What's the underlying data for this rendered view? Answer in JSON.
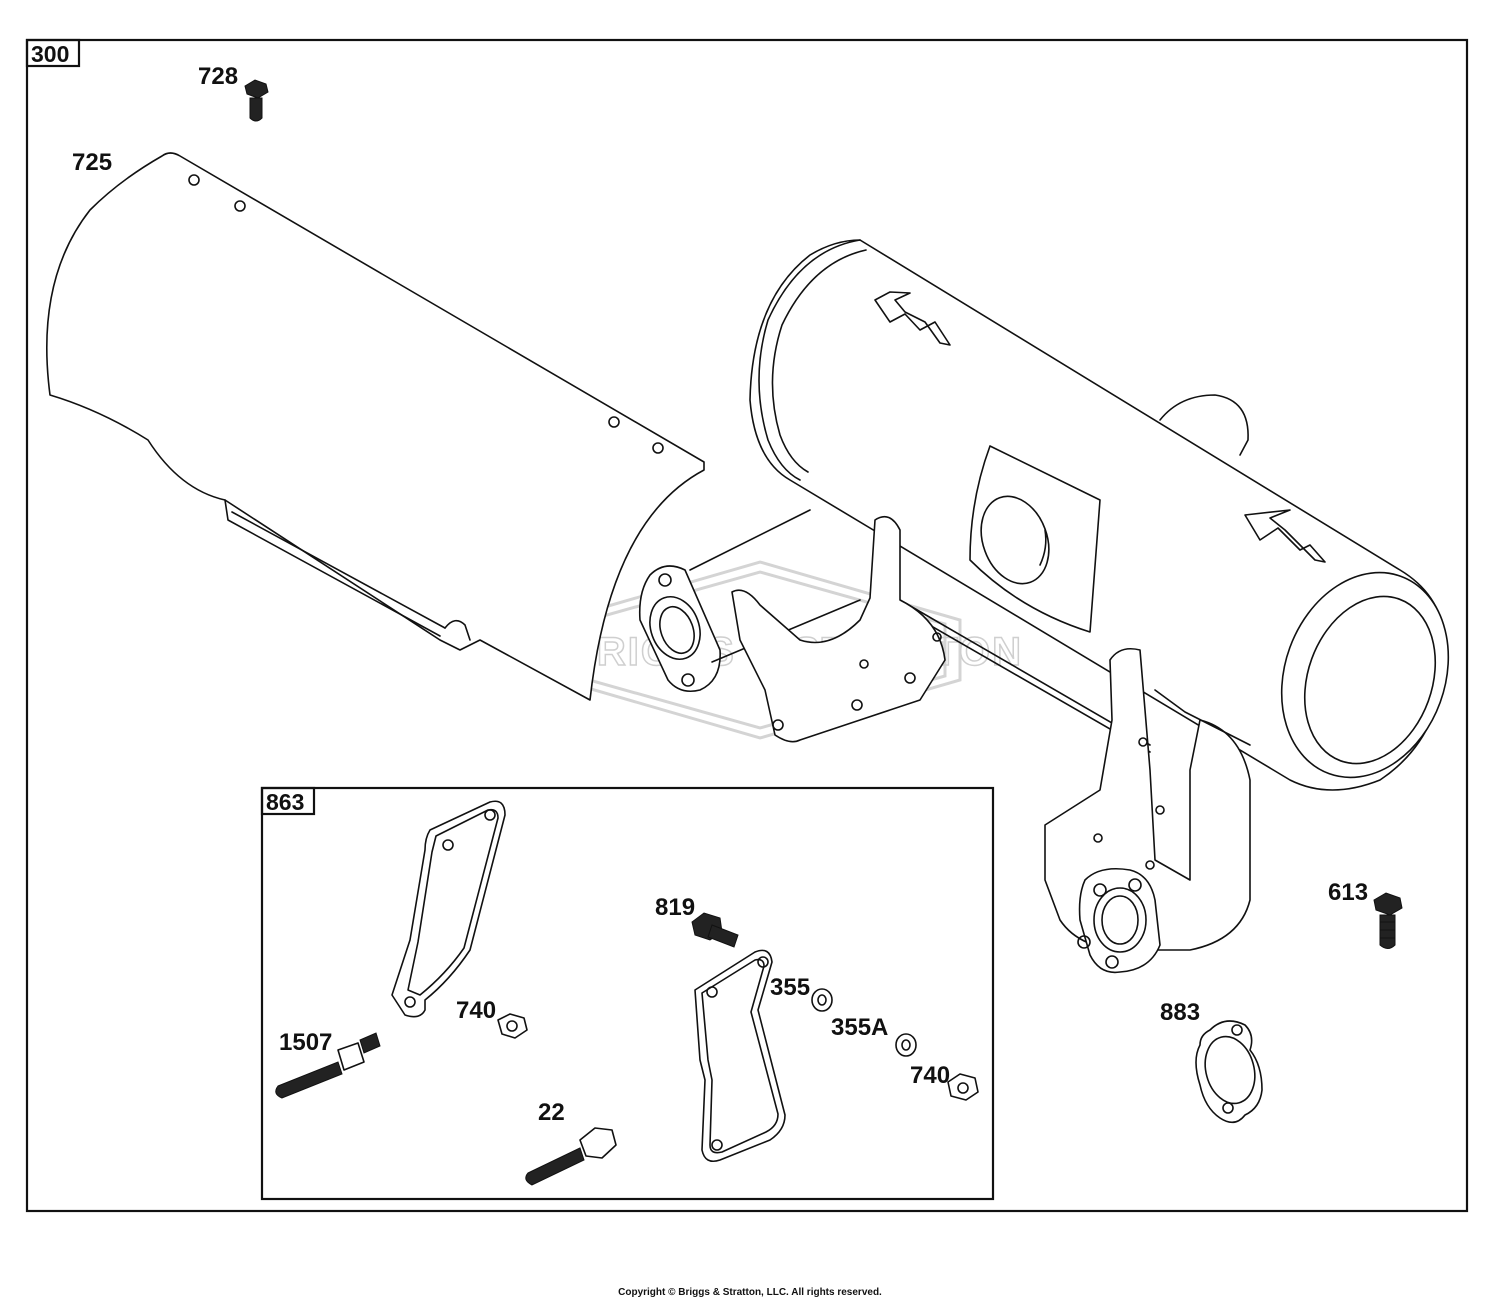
{
  "frame_label": "300",
  "inset_label": "863",
  "parts": {
    "p728": "728",
    "p725": "725",
    "p613": "613",
    "p883": "883",
    "p819": "819",
    "p355": "355",
    "p355a": "355A",
    "p740a": "740",
    "p740b": "740",
    "p1507": "1507",
    "p22": "22"
  },
  "watermark": "BRIGGS & STRATTON",
  "copyright": "Copyright © Briggs & Stratton, LLC. All rights reserved."
}
